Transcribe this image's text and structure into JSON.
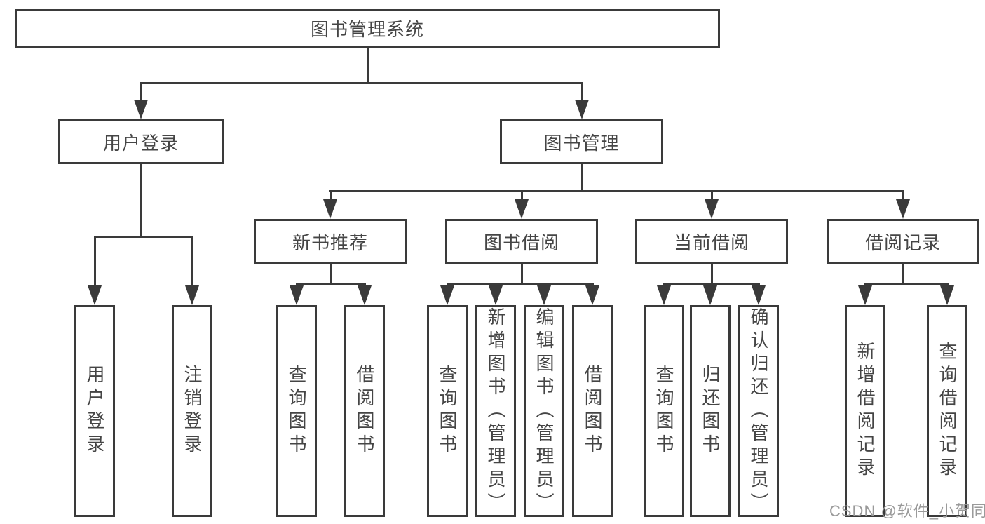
{
  "tree": {
    "root": {
      "label": "图书管理系统",
      "children": [
        {
          "label": "用户登录",
          "children": [
            {
              "label": "用户登录"
            },
            {
              "label": "注销登录"
            }
          ]
        },
        {
          "label": "图书管理",
          "children": [
            {
              "label": "新书推荐",
              "children": [
                {
                  "label": "查询图书"
                },
                {
                  "label": "借阅图书"
                }
              ]
            },
            {
              "label": "图书借阅",
              "children": [
                {
                  "label": "查询图书"
                },
                {
                  "label": "新增图书（管理员）"
                },
                {
                  "label": "编辑图书（管理员）"
                },
                {
                  "label": "借阅图书"
                }
              ]
            },
            {
              "label": "当前借阅",
              "children": [
                {
                  "label": "查询图书"
                },
                {
                  "label": "归还图书"
                },
                {
                  "label": "确认归还（管理员）"
                }
              ]
            },
            {
              "label": "借阅记录",
              "children": [
                {
                  "label": "新增借阅记录"
                },
                {
                  "label": "查询借阅记录"
                }
              ]
            }
          ]
        }
      ]
    }
  },
  "watermark": "CSDN @软件_小贺同学",
  "colors": {
    "line": "#3a3a3a",
    "text": "#454545",
    "box_bg": "#ffffff",
    "background": "#ffffff",
    "watermark": "#9a9a9a"
  }
}
